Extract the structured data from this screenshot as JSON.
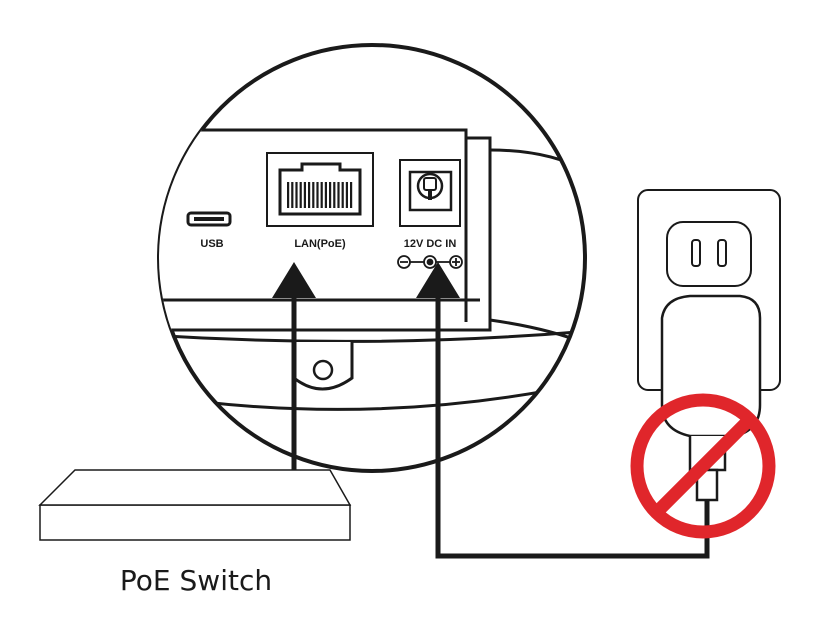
{
  "ports": {
    "usb": "USB",
    "lan": "LAN(PoE)",
    "dc": "12V DC IN"
  },
  "switch_label": "PoE Switch",
  "prohibited_symbol": "no-symbol",
  "colors": {
    "line": "#1a1a1a",
    "prohibit": "#e0262b",
    "background": "#ffffff"
  }
}
